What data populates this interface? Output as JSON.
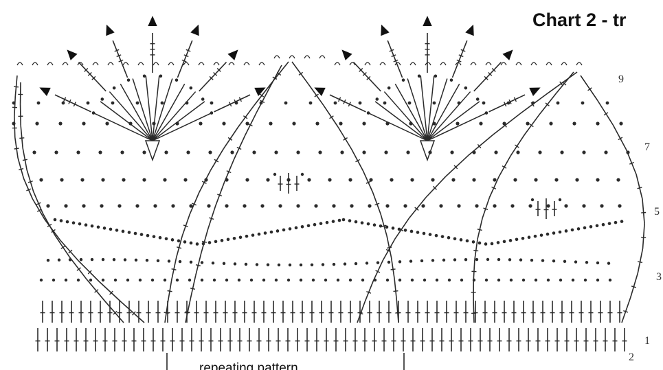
{
  "title": "Chart 2 - tr",
  "caption": "repeating pattern",
  "row_numbers": [
    "9",
    "7",
    "5",
    "3",
    "1",
    "2"
  ],
  "colors": {
    "ink": "#2a2a2a",
    "paper": "#ffffff"
  },
  "symbols": [
    "chain-dot",
    "double-crochet-stitch",
    "treble-stitch",
    "picot-triangle",
    "shell-fan"
  ]
}
